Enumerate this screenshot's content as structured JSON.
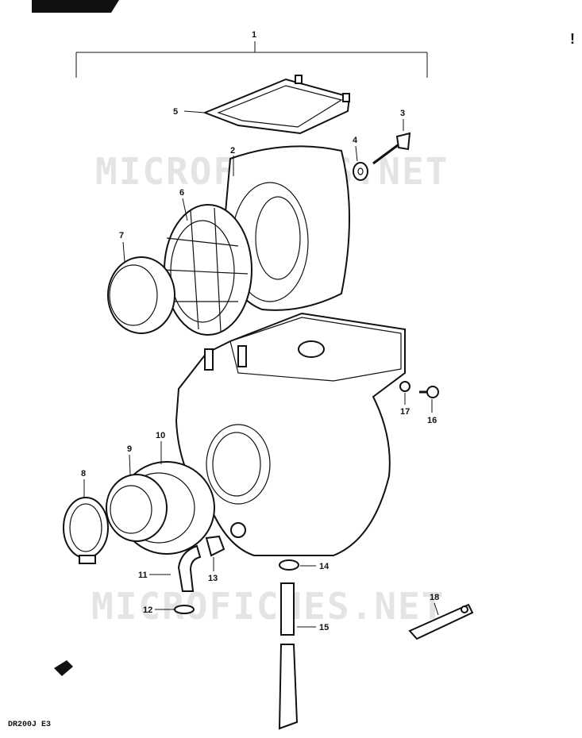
{
  "watermark": "MICROFICHES.NET",
  "group_label": "1",
  "corner_mark": "!",
  "model_code": "DR200J E3",
  "callouts": [
    "2",
    "3",
    "4",
    "5",
    "6",
    "7",
    "8",
    "9",
    "10",
    "11",
    "12",
    "13",
    "14",
    "15",
    "16",
    "17",
    "18"
  ]
}
